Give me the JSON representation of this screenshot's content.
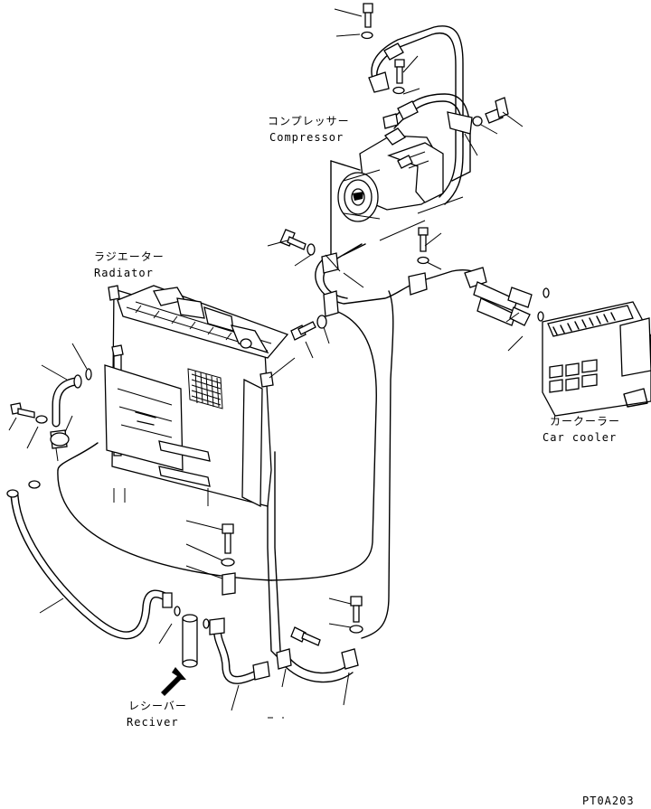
{
  "labels": {
    "compressor_jp": "コンプレッサー",
    "compressor_en": "Compressor",
    "radiator_jp": "ラジエーター",
    "radiator_en": "Radiator",
    "car_cooler_jp": "カークーラー",
    "car_cooler_en": "Car cooler",
    "receiver_jp": "レシーバー",
    "receiver_en": "Reciver",
    "drawing_code": "PT0A203"
  }
}
